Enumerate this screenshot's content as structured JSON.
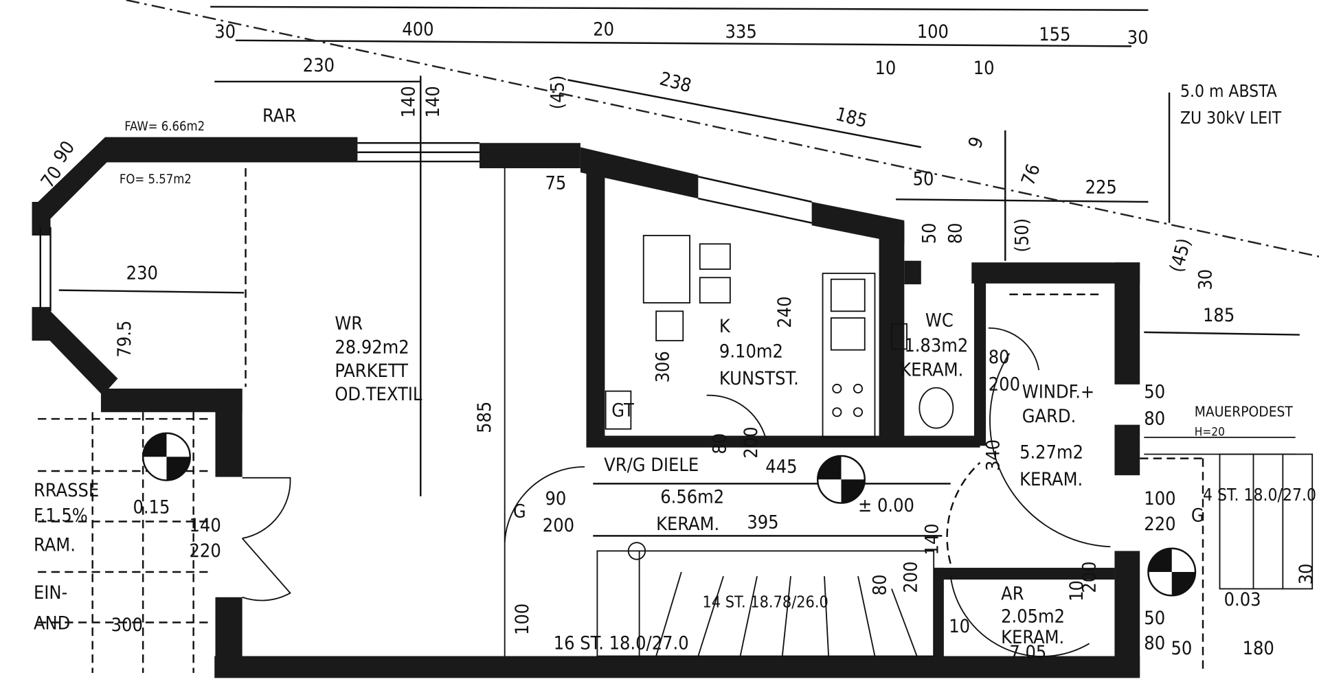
{
  "rooms": [
    {
      "name": "WR",
      "area": "28.92m2",
      "floor": "PARKETT",
      "floor2": "OD.TEXTIL"
    },
    {
      "name": "K",
      "area": "9.10m2",
      "floor": "KUNSTST."
    },
    {
      "name": "WC",
      "area": "1.83m2",
      "floor": "KERAM."
    },
    {
      "name": "WINDF.+",
      "name2": "GARD.",
      "area": "5.27m2",
      "floor": "KERAM."
    },
    {
      "name": "VR/G DIELE",
      "area": "6.56m2",
      "floor": "KERAM."
    },
    {
      "name": "AR",
      "area": "2.05m2",
      "floor": "KERAM."
    },
    {
      "name": "RRASSE",
      "slope": "F.1.5%",
      "floor": "RAM."
    }
  ],
  "notes": {
    "distance_line1": "5.0 m ABSTA",
    "distance_line2": "ZU 30kV LEIT",
    "rar": "RAR",
    "faw": "FAW= 6.66m2",
    "fo": "FO= 5.57m2",
    "mauerpodest": "MAUERPODEST",
    "mauerpodest_h": "H=20",
    "level_main": "± 0.00",
    "level_entry": "0.03",
    "level_terrace": "0.15",
    "gt": "GT",
    "stair_main": "16 ST. 18.0/27.0",
    "stair_upper": "14 ST. 18.78/26.0",
    "stair_entry": "4 ST. 18.0/27.0",
    "left_misc1": "EIN-",
    "left_misc2": "AND"
  },
  "dimensions": [
    "30",
    "400",
    "20",
    "335",
    "100",
    "155",
    "30",
    "10",
    "10",
    "230",
    "238",
    "185",
    "(45)",
    "140",
    "140",
    "75",
    "50",
    "9",
    "76",
    "225",
    "50",
    "80",
    "(50)",
    "(45)",
    "30",
    "185",
    "230",
    "79.5",
    "240",
    "306",
    "585",
    "80",
    "200",
    "80",
    "200",
    "445",
    "340",
    "395",
    "90",
    "200",
    "G",
    "140",
    "200",
    "80",
    "140",
    "220",
    "300",
    "100",
    "10",
    "7.05",
    "10",
    "200",
    "50",
    "80",
    "100",
    "220",
    "G",
    "50",
    "80",
    "50",
    "180",
    "30",
    "90",
    "70"
  ]
}
